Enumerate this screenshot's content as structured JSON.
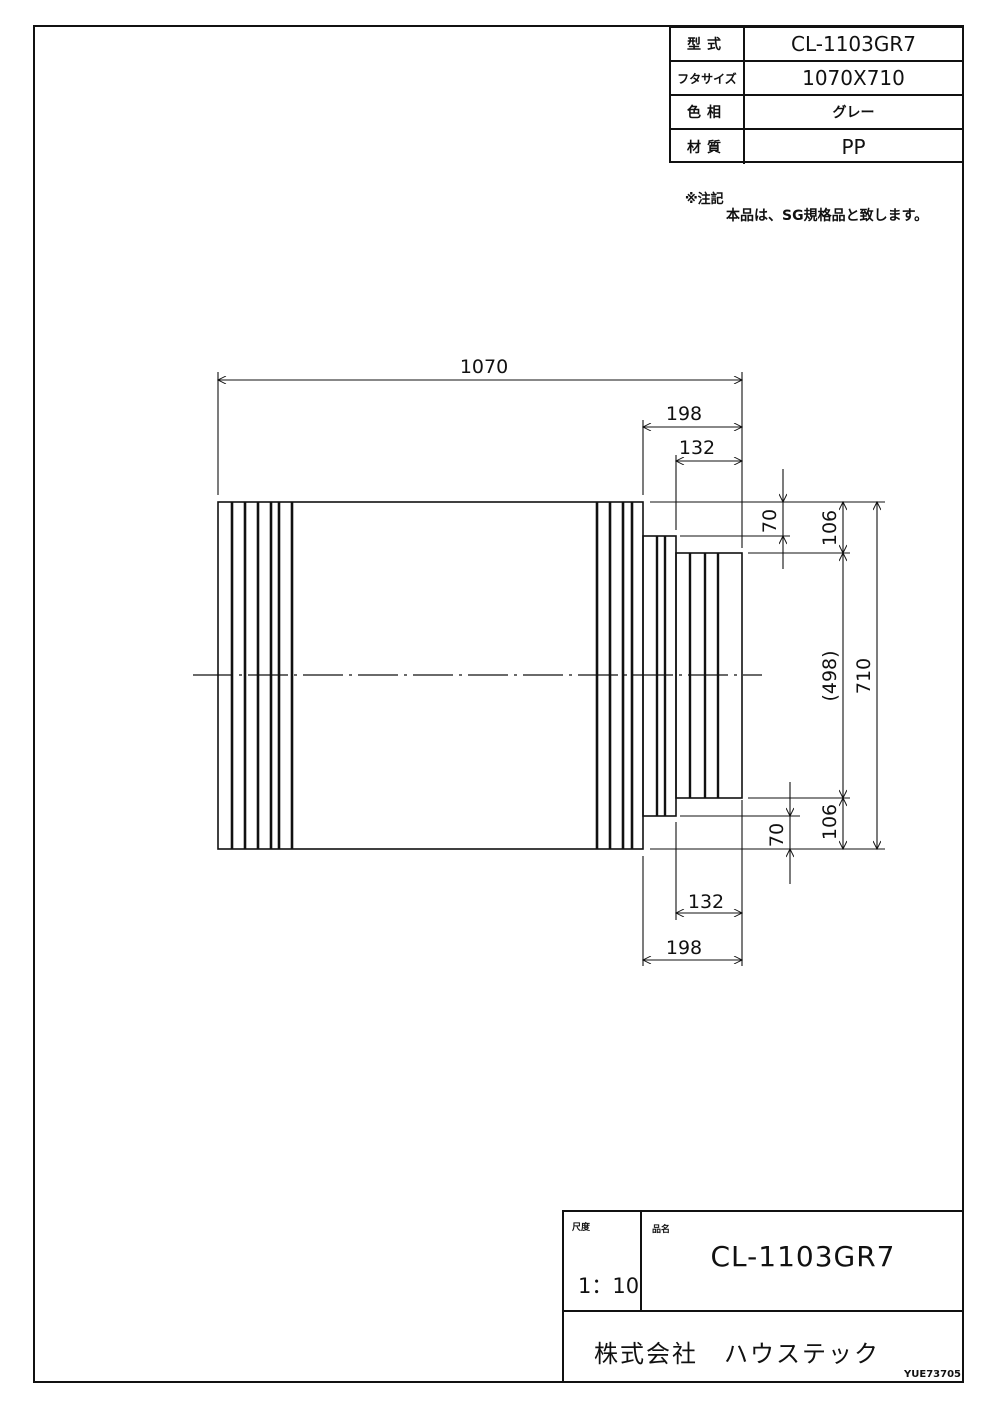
{
  "spec_table": {
    "rows": [
      {
        "label": "型式",
        "value": "CL-1103GR7"
      },
      {
        "label": "フタサイズ",
        "value": "1070X710"
      },
      {
        "label": "色相",
        "value": "グレー"
      },
      {
        "label": "材質",
        "value": "PP"
      }
    ]
  },
  "note": {
    "title": "※注記",
    "text": "本品は、SG規格品と致します。"
  },
  "dimensions": {
    "overall_width": "1070",
    "top_198": "198",
    "top_132": "132",
    "right_70_top": "70",
    "right_106_top": "106",
    "right_498": "(498)",
    "right_710": "710",
    "right_106_bottom": "106",
    "right_70_bottom": "70",
    "bottom_132": "132",
    "bottom_198": "198"
  },
  "title_block": {
    "scale_label": "尺度",
    "scale_value": "1：10",
    "name_label": "品名",
    "product_name": "CL-1103GR7",
    "company": "株式会社　ハウステック",
    "drawing_code": "YUE73705"
  },
  "colors": {
    "line": "#111111",
    "background": "#ffffff"
  }
}
